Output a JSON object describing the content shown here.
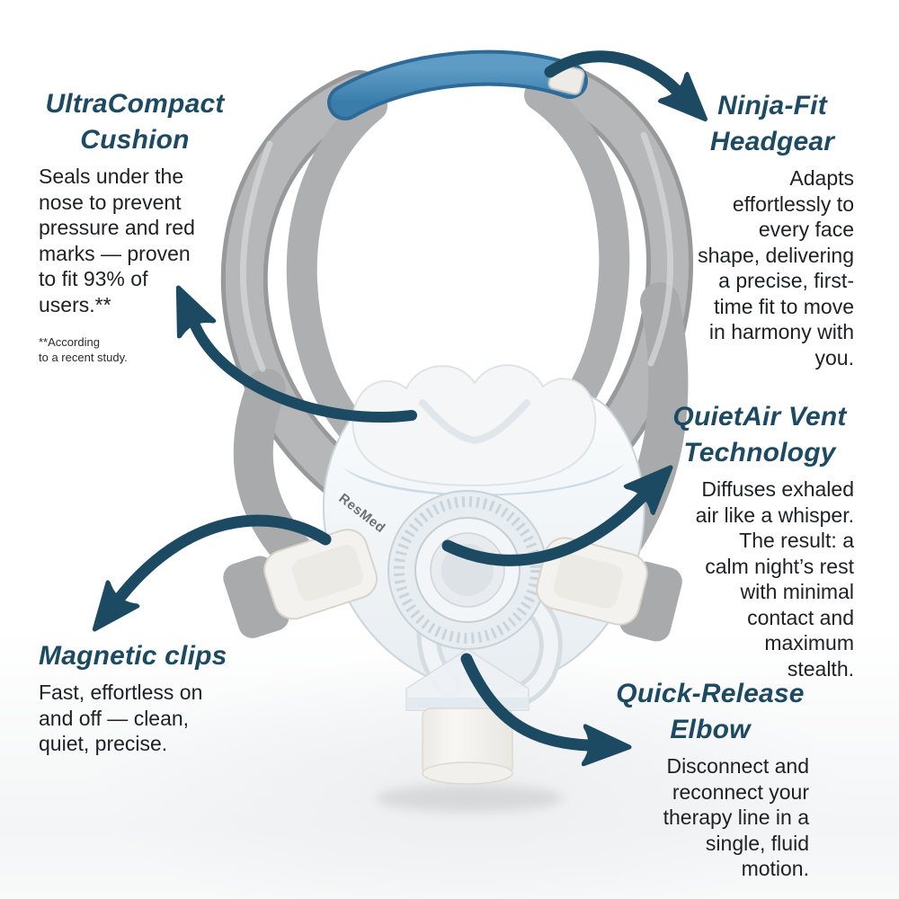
{
  "product": {
    "brand_on_mask": "ResMed"
  },
  "colors": {
    "accent_navy": "#1d4a63",
    "body_text": "#1f2023",
    "headgear_blue": "#4287b6",
    "headgear_gray": "#b3b4b6",
    "mask_white": "#f2f5f8"
  },
  "callouts": {
    "cushion": {
      "title_line1": "UltraCompact",
      "title_line2": "Cushion",
      "body_lines": [
        "Seals under the",
        "nose to prevent",
        "pressure and red",
        "marks — proven",
        "to fit 93% of",
        "users.**"
      ],
      "footnote_line1": "**According",
      "footnote_line2": "to a recent study."
    },
    "headgear": {
      "title_line1": "Ninja-Fit",
      "title_line2": "Headgear",
      "body_lines": [
        "Adapts",
        "effortlessly to",
        "every face",
        "shape, delivering",
        "a precise, first-",
        "time fit to move",
        "in harmony with",
        "you."
      ]
    },
    "vent": {
      "title_line1": "QuietAir Vent",
      "title_line2": "Technology",
      "body_lines": [
        "Diffuses exhaled",
        "air like a whisper.",
        "The result: a",
        "calm night’s rest",
        "with minimal",
        "contact and",
        "maximum",
        "stealth."
      ]
    },
    "clips": {
      "title_line1": "Magnetic clips",
      "body_lines": [
        "Fast, effortless on",
        "and off — clean,",
        "quiet, precise."
      ]
    },
    "elbow": {
      "title_line1": "Quick-Release",
      "title_line2": "Elbow",
      "body_lines": [
        "Disconnect and",
        "reconnect your",
        "therapy line in a",
        "single, fluid",
        "motion."
      ]
    }
  }
}
